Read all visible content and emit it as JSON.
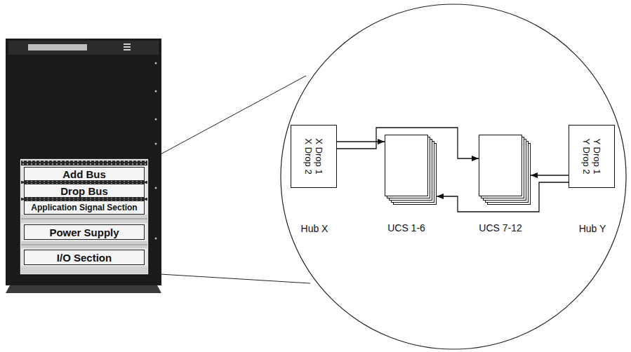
{
  "diagram": {
    "nodes": [
      {
        "text": [
          "Add Bus"
        ]
      },
      {
        "text": [
          "Drop Bus"
        ]
      },
      {
        "text": [
          "Application Signal Section"
        ]
      },
      {
        "text": [
          "Power Supply"
        ]
      },
      {
        "text": [
          "I/O Section"
        ]
      },
      {
        "text": [
          "X Drop 1",
          "X Drop 2",
          "Hub X"
        ]
      },
      {
        "text": [
          "UCS 1-6"
        ]
      },
      {
        "text": [
          "UCS 7-12"
        ]
      },
      {
        "text": [
          "Y Drop 1",
          "Y Drop 2",
          "Hub Y"
        ]
      }
    ],
    "edges": [
      {
        "from": 5,
        "to": 6,
        "arrow": "to"
      },
      {
        "from": 5,
        "to": 7,
        "arrow": "to"
      },
      {
        "from": 8,
        "to": 7,
        "arrow": "to"
      },
      {
        "from": 8,
        "to": 6,
        "arrow": "to"
      }
    ]
  }
}
